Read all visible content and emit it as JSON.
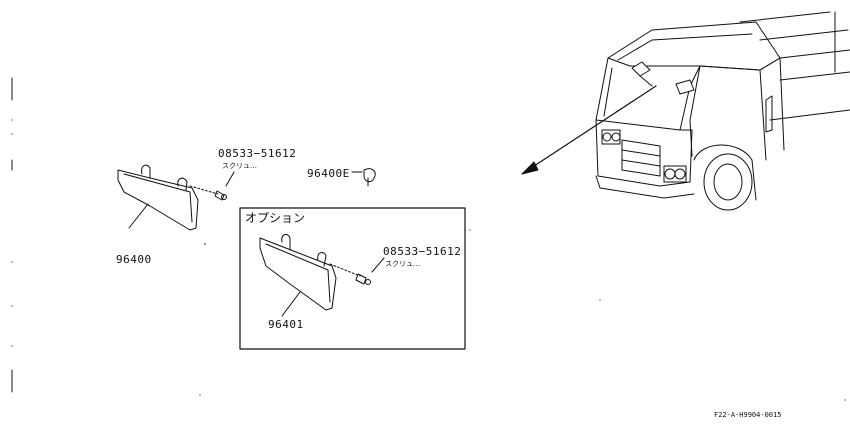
{
  "parts": {
    "visor_left": {
      "number": "96400"
    },
    "screw_top": {
      "number": "08533−51612",
      "name": "スクリュ…"
    },
    "clip": {
      "number": "96400E"
    },
    "visor_option": {
      "number": "96401"
    },
    "screw_option": {
      "number": "08533−51612",
      "name": "スクリュ…"
    }
  },
  "option_box": {
    "title": "オプション"
  },
  "figure_ref": "F22-A-H9904-0015"
}
